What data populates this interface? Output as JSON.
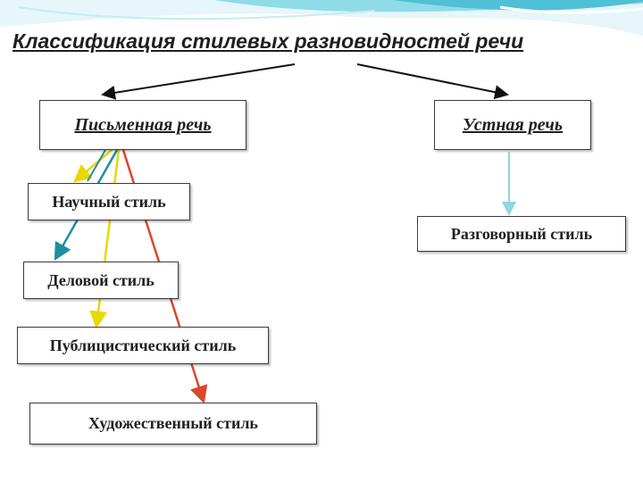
{
  "title": "Классификация  стилевых разновидностей речи",
  "nodes": {
    "written": "Письменная речь",
    "oral": "Устная речь",
    "scientific": "Научный стиль",
    "business": "Деловой стиль",
    "journalistic": "Публицистический стиль",
    "artistic": "Художественный стиль",
    "colloquial": "Разговорный стиль"
  },
  "colors": {
    "yellow": "#e8d800",
    "teal": "#1e8fa0",
    "orange": "#d9482a",
    "light_blue": "#8fd6e0",
    "header_wave": "#5bc8dc"
  }
}
